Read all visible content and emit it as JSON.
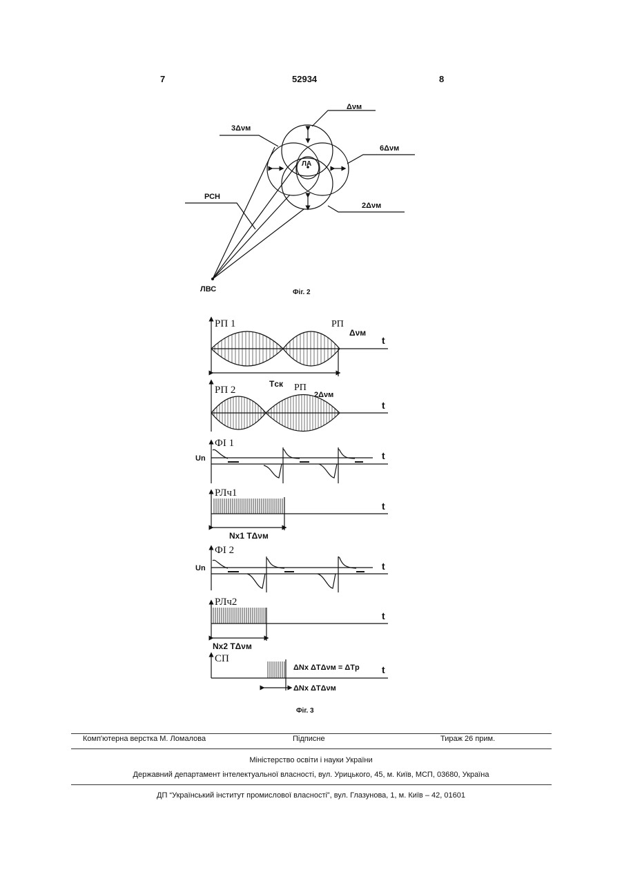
{
  "header": {
    "left_page": "7",
    "patent_number": "52934",
    "right_page": "8"
  },
  "fig2": {
    "labels": {
      "dv": "Δνм",
      "dv3": "3Δνм",
      "dv6": "6Δνм",
      "dv2": "2Δνм",
      "la": "ЛА",
      "rsn": "РСН",
      "lvs": "ЛВС"
    },
    "caption": "Фіг. 2"
  },
  "fig3": {
    "labels": {
      "rp1": "РП 1",
      "rp": "РП",
      "dvm": "Δνм",
      "t": "t",
      "tsk": "Tск",
      "rp2": "РП 2",
      "rp_b": "РП",
      "dvm2": "2Δνм",
      "fi1": "ФІ 1",
      "un": "Un",
      "rlch1": "РЛч1",
      "nx1": "Nх1 TΔνм",
      "fi2": "ФІ 2",
      "rlch2": "РЛч2",
      "nx2": "Nх2 TΔνм",
      "sp": "СП",
      "eq1": "ΔNх ΔTΔνм = ΔTр",
      "eq2": "ΔNх ΔTΔνм"
    },
    "caption": "Фіг. 3"
  },
  "footer": {
    "layout": "Комп'ютерна верстка М. Ломалова",
    "signed": "Підписне",
    "print_run": "Тираж 26 прим.",
    "ministry": "Міністерство освіти і науки України",
    "department": "Державний департамент інтелектуальної власності, вул. Урицького, 45, м. Київ, МСП, 03680, Україна",
    "institute": "ДП “Український інститут промислової власності”, вул. Глазунова, 1, м. Київ – 42, 01601"
  }
}
